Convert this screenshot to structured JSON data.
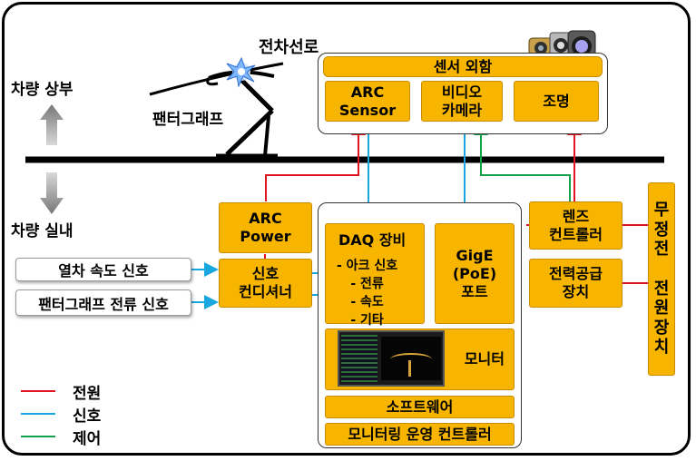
{
  "labels": {
    "overhead_line": "전차선로",
    "vehicle_top": "차량 상부",
    "vehicle_inside": "차량 실내",
    "pantograph": "팬터그래프"
  },
  "sensor_housing": {
    "title": "센서 외함",
    "arc_sensor": "ARC\nSensor",
    "video_camera": "비디오\n카메라",
    "lighting": "조명"
  },
  "arc_power": "ARC\nPower",
  "signal_conditioner": "신호\n컨디셔너",
  "inputs": {
    "train_speed": "열차 속도 신호",
    "panto_current": "팬터그래프 전류 신호"
  },
  "controller": {
    "title": "모니터링 운영 컨트롤러",
    "daq_title": "DAQ 장비",
    "daq_items": [
      "- 아크 신호",
      "- 전류",
      "- 속도",
      "- 기타"
    ],
    "gige": "GigE\n(PoE)\n포트",
    "monitor": "모니터",
    "software": "소프트웨어"
  },
  "lens_controller": "렌즈\n컨트롤러",
  "power_supply": "전력공급\n장치",
  "ups": "무\n정\n전\n\n전\n원\n장\n치",
  "legend": [
    {
      "label": "전원",
      "color": "#e0141e"
    },
    {
      "label": "신호",
      "color": "#1aa7e0"
    },
    {
      "label": "제어",
      "color": "#12a04a"
    }
  ],
  "colors": {
    "box_fill": "#f7b500",
    "power": "#e0141e",
    "signal": "#1aa7e0",
    "control": "#12a04a"
  }
}
